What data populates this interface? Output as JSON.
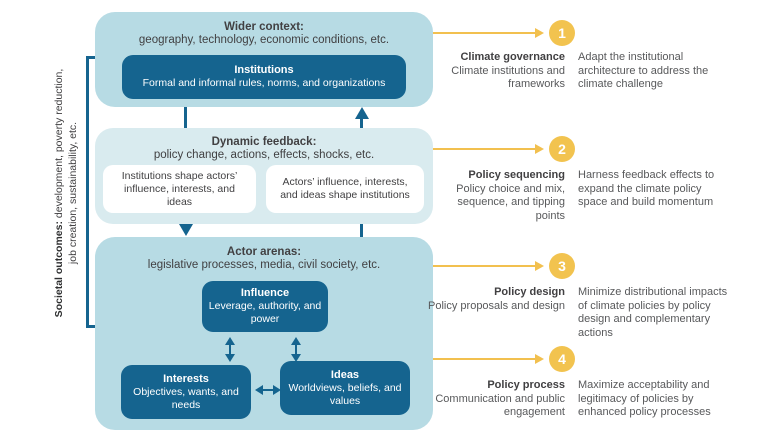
{
  "colors": {
    "light_blue": "#b7dbe4",
    "lighter_blue": "#d9ebef",
    "dark_teal": "#15648f",
    "orange": "#f2c04f",
    "text_dark": "#414042",
    "text_gray": "#58595b"
  },
  "left_label": {
    "bold": "Societal outcomes:",
    "line1_rest": " development, poverty reduction,",
    "line2": "job creation, sustainability, etc."
  },
  "diagram": {
    "wider_context": {
      "title": "Wider context:",
      "subtitle": "geography, technology, economic conditions, etc.",
      "institutions": {
        "title": "Institutions",
        "subtitle": "Formal and informal rules, norms, and organizations"
      }
    },
    "dynamic_feedback": {
      "title": "Dynamic feedback:",
      "subtitle": "policy change, actions, effects, shocks, etc.",
      "left_box": "Institutions shape actors’ influence, interests, and ideas",
      "right_box": "Actors’ influence, interests, and ideas shape institutions"
    },
    "actor_arenas": {
      "title": "Actor arenas:",
      "subtitle": "legislative processes, media, civil society, etc.",
      "influence": {
        "title": "Influence",
        "subtitle": "Leverage, authority, and power"
      },
      "interests": {
        "title": "Interests",
        "subtitle": "Objectives, wants, and needs"
      },
      "ideas": {
        "title": "Ideas",
        "subtitle": "Worldviews, beliefs, and values"
      }
    }
  },
  "legend": [
    {
      "number": "1",
      "title": "Climate governance",
      "subtitle": "Climate institutions and frameworks",
      "description": "Adapt the institutional architecture to address the climate challenge"
    },
    {
      "number": "2",
      "title": "Policy sequencing",
      "subtitle": "Policy choice and mix, sequence, and tipping points",
      "description": "Harness feedback effects to expand the climate policy space and build momentum"
    },
    {
      "number": "3",
      "title": "Policy design",
      "subtitle": "Policy proposals and design",
      "description": "Minimize distributional impacts of climate policies by policy design and complementary actions"
    },
    {
      "number": "4",
      "title": "Policy process",
      "subtitle": "Communication and public engagement",
      "description": "Maximize acceptability and legitimacy of policies by enhanced policy processes"
    }
  ]
}
